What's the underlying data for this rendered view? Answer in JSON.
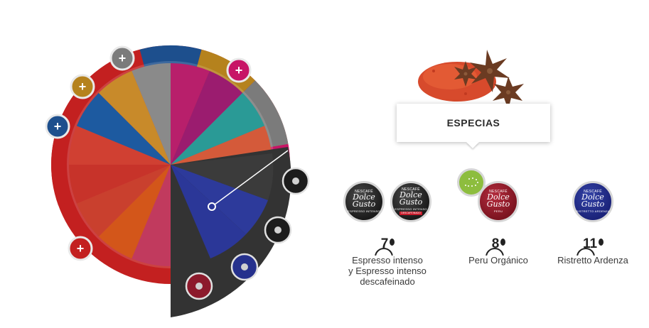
{
  "wheel": {
    "plus_label": "+",
    "outer_arcs": [
      {
        "color": "#7b7b7b",
        "start": -45,
        "end": -10
      },
      {
        "color": "#b5821d",
        "start": -75,
        "end": -45
      },
      {
        "color": "#1d4f8d",
        "start": -105,
        "end": -75
      },
      {
        "color": "#c32020",
        "start": -200,
        "end": -105
      },
      {
        "color": "#c71566",
        "start": -10,
        "end": 60
      }
    ],
    "slices": [
      {
        "color": "#b81f6b"
      },
      {
        "color": "#9b1c6f"
      },
      {
        "color": "#2a9a96"
      },
      {
        "color": "#d45a3a"
      },
      {
        "color": "#3a3a3a"
      },
      {
        "color": "#444444"
      },
      {
        "color": "#2d3a9b"
      },
      {
        "color": "#8c1a36"
      },
      {
        "color": "#c13a5e"
      },
      {
        "color": "#d3561a"
      },
      {
        "color": "#c9402e"
      },
      {
        "color": "#c7332a"
      },
      {
        "color": "#d04032"
      },
      {
        "color": "#1d5aa0"
      },
      {
        "color": "#c88a2a"
      },
      {
        "color": "#8a8a8a"
      }
    ]
  },
  "capsule_text": {
    "brand": "NESCAFÉ",
    "logo_line1": "Dolce",
    "logo_line2": "Gusto"
  },
  "tooltip": {
    "title": "ESPECIAS"
  },
  "groups": [
    {
      "intensity": "7",
      "label_lines": [
        "Espresso intenso",
        "y Espresso intenso",
        "descafeinado"
      ],
      "capsules": [
        {
          "name": "ESPRESSO INTENSO",
          "style": "black"
        },
        {
          "name": "ESPRESSO INTENSO",
          "decaf": "DESCAFEINADO",
          "style": "black"
        }
      ]
    },
    {
      "intensity": "8",
      "label_lines": [
        "Peru Orgánico"
      ],
      "capsules": [
        {
          "name": "PERU",
          "style": "red"
        }
      ]
    },
    {
      "intensity": "11",
      "label_lines": [
        "Ristretto Ardenza"
      ],
      "capsules": [
        {
          "name": "RISTRETTO ARDENZA",
          "style": "blue"
        }
      ]
    }
  ]
}
